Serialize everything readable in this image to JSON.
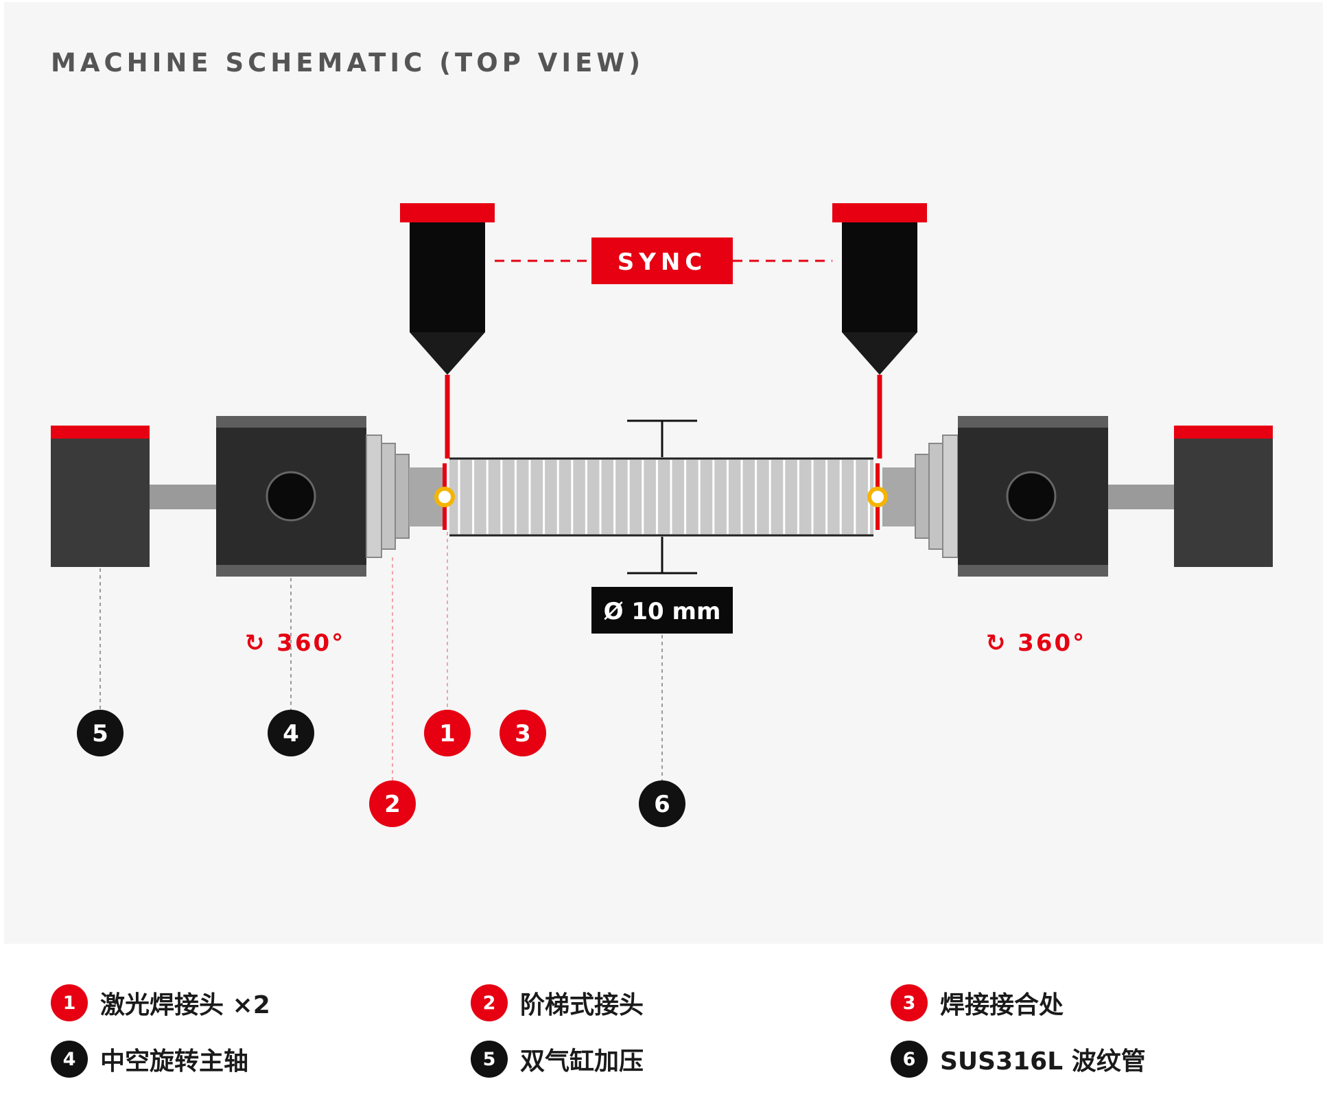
{
  "title": "MACHINE SCHEMATIC (TOP VIEW)",
  "sync_label": "SYNC",
  "diameter_label": "Ø 10 mm",
  "rotation_left": "↻ 360°",
  "rotation_right": "↻ 360°",
  "callouts": [
    {
      "number": "5",
      "style": "black"
    },
    {
      "number": "4",
      "style": "black"
    },
    {
      "number": "1",
      "style": "red"
    },
    {
      "number": "3",
      "style": "red"
    },
    {
      "number": "2",
      "style": "red"
    },
    {
      "number": "6",
      "style": "black"
    }
  ],
  "legend": [
    {
      "number": "1",
      "style": "red",
      "label": "激光焊接头 ×2"
    },
    {
      "number": "2",
      "style": "red",
      "label": "阶梯式接头"
    },
    {
      "number": "3",
      "style": "red",
      "label": "焊接接合处"
    },
    {
      "number": "4",
      "style": "black",
      "label": "中空旋转主轴"
    },
    {
      "number": "5",
      "style": "black",
      "label": "双气缸加压"
    },
    {
      "number": "6",
      "style": "black",
      "label": "SUS316L 波纹管"
    }
  ],
  "colors": {
    "accent_red": "#e60012",
    "dark_body": "#2b2b2b",
    "weld_ring": "#f5b400",
    "panel_bg": "#f6f6f6"
  }
}
